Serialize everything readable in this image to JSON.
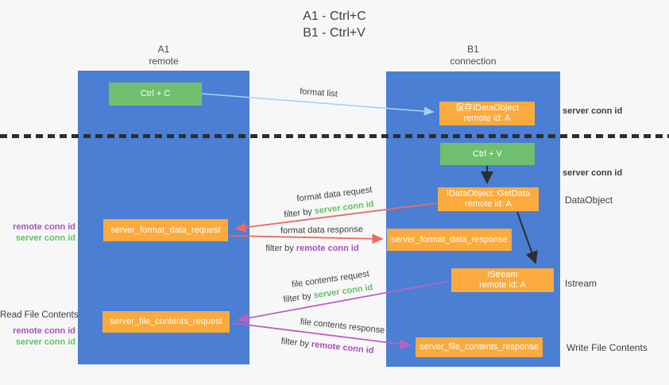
{
  "title": {
    "line1": "A1 - Ctrl+C",
    "line2": "B1 - Ctrl+V"
  },
  "columns": {
    "left": {
      "header1": "A1",
      "header2": "remote"
    },
    "right": {
      "header1": "B1",
      "header2": "connection"
    }
  },
  "nodes": {
    "ctrl_c": {
      "label": "Ctrl + C"
    },
    "ctrl_v": {
      "label": "Ctrl + V"
    },
    "save_dataobject": {
      "line1": "保存IDataObject",
      "line2": "remote id: A"
    },
    "getdata": {
      "line1": "IDataObject::GetData",
      "line2": "remote id: A"
    },
    "istream": {
      "line1": "IStream",
      "line2": "remote id: A"
    },
    "format_request": {
      "label": "server_format_data_request"
    },
    "format_response": {
      "label": "server_format_data_response"
    },
    "file_request": {
      "label": "server_file_contents_request"
    },
    "file_response": {
      "label": "server_file_contents_response"
    }
  },
  "arrow_labels": {
    "format_list": "format list",
    "format_request_line1": "format data request",
    "format_request_filter_prefix": "filter by ",
    "format_request_filter_key": "server conn id",
    "format_response_line1": "format data response",
    "format_response_filter_prefix": "filter by ",
    "format_response_filter_key": "remote conn id",
    "file_request_line1": "file contents request",
    "file_request_filter_prefix": "filter by ",
    "file_request_filter_key": "server conn id",
    "file_response_line1": "file contents response",
    "file_response_filter_prefix": "filter by ",
    "file_response_filter_key": "remote conn id"
  },
  "side_labels": {
    "right_server_conn_id_top": "server conn id",
    "right_server_conn_id_mid": "server conn id",
    "dataobject": "DataObject",
    "istream": "Istream",
    "write_file_contents": "Write File Contents",
    "left_remote_conn_id_top": "remote conn id",
    "left_server_conn_id_top": "server conn id",
    "read_file_contents": "Read File Contents",
    "left_remote_conn_id_bottom": "remote conn id",
    "left_server_conn_id_bottom": "server conn id"
  },
  "colors": {
    "column_blue": "#4a7fd3",
    "node_orange": "#fbaa3e",
    "node_green": "#70bf6f",
    "green_text": "#67bf66",
    "purple_text": "#a850bd",
    "red_arrow": "#ec6a60",
    "purple_arrow": "#bf5fc4",
    "light_blue_arrow": "#a5d2f3",
    "black_arrow": "#2e2e2e"
  }
}
